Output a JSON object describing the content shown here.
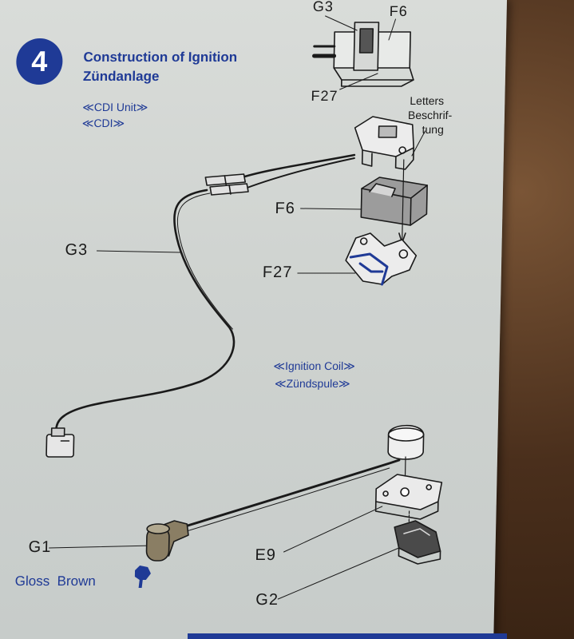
{
  "step": {
    "number": "4",
    "title_en": "Construction of Ignition",
    "title_de": "Zündanlage"
  },
  "subassemblies": {
    "cdi_en": "≪CDI Unit≫",
    "cdi_de": "≪CDI≫",
    "coil_en": "≪Ignition Coil≫",
    "coil_de": "≪Zündspule≫"
  },
  "inset_labels": {
    "g3": "G3",
    "f6": "F6",
    "f27": "F27"
  },
  "callouts": {
    "letters_en": "Letters",
    "letters_de_1": "Beschrif-",
    "letters_de_2": "tung",
    "f6": "F6",
    "f27": "F27",
    "g3": "G3",
    "g1": "G1",
    "e9": "E9",
    "g2": "G2"
  },
  "paint": {
    "label": "Gloss  Brown",
    "icon": "paint-drop-icon"
  },
  "colors": {
    "accent_blue": "#1f3a96",
    "paper": "#d3d6d3",
    "background_wood": "#5a3a22"
  }
}
